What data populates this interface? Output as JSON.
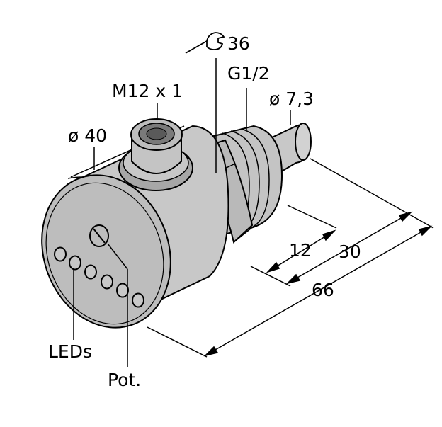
{
  "labels": {
    "wrench_size": "36",
    "thread": "G1/2",
    "probe_diameter": "ø 7,3",
    "connector": "M12 x 1",
    "housing_diameter": "ø 40",
    "dim_12": "12",
    "dim_30": "30",
    "dim_66": "66",
    "leds": "LEDs",
    "pot": "Pot."
  },
  "colors": {
    "body": "#c8c8c8",
    "body_face": "#bdbdbd",
    "shadow": "#a7a7a7",
    "line": "#000000"
  },
  "icons": {
    "wrench": "wrench-icon"
  }
}
